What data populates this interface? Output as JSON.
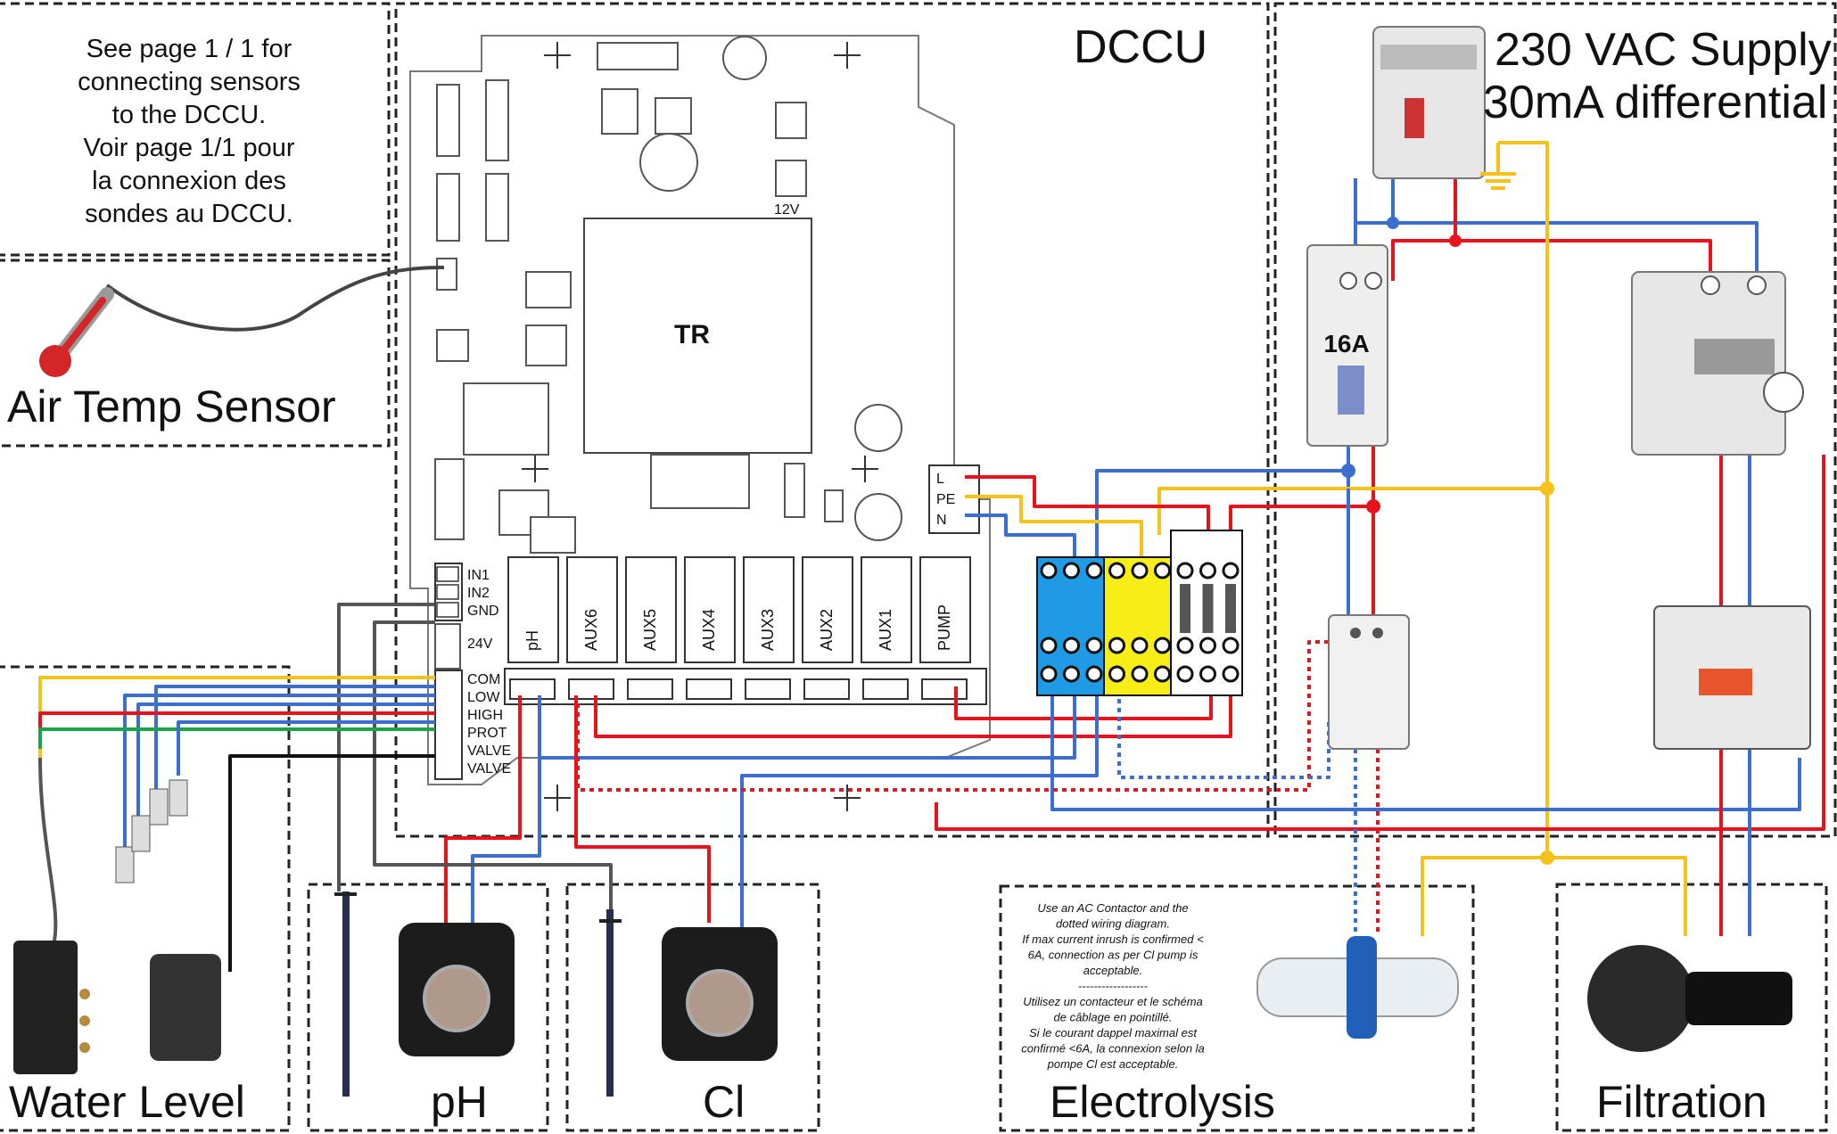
{
  "colors": {
    "live": "#e8121c",
    "neutral": "#3a6fd0",
    "earth": "#f6c21a",
    "green": "#1aa548",
    "black": "#111111",
    "grey": "#555555",
    "blue_block": "#1e9be4",
    "yellow_block": "#f7ee18"
  },
  "notes": {
    "sensor_note": [
      "See page 1 / 1 for",
      "connecting sensors",
      "to the DCCU.",
      "Voir page 1/1 pour",
      "la connexion des",
      "sondes au DCCU."
    ],
    "electrolysis_note": [
      "Use an AC Contactor and the",
      "dotted wiring diagram.",
      "If max current inrush is confirmed <",
      "6A, connection as per Cl pump is",
      "acceptable.",
      "------------------",
      "Utilisez un contacteur et le schéma",
      "de câblage en pointillé.",
      "Si le courant dappel maximal est",
      "confirmé <6A, la connexion selon la",
      "pompe Cl est acceptable."
    ]
  },
  "titles": {
    "dccu": "DCCU",
    "supply_line1": "230 VAC Supply",
    "supply_line2": "30mA differential",
    "air_temp": "Air Temp Sensor",
    "water_level": "Water Level",
    "ph": "pH",
    "cl": "Cl",
    "electrolysis": "Electrolysis",
    "filtration": "Filtration"
  },
  "board": {
    "tr_label": "TR",
    "v12_label": "12V",
    "v24_label": "24V",
    "in_labels": [
      "IN1",
      "IN2",
      "GND"
    ],
    "power_labels": [
      "L",
      "PE",
      "N"
    ],
    "sensor_labels": [
      "COM",
      "LOW",
      "HIGH",
      "PROT",
      "VALVE",
      "VALVE"
    ],
    "relays": [
      "pH",
      "AUX6",
      "AUX5",
      "AUX4",
      "AUX3",
      "AUX2",
      "AUX1",
      "PUMP"
    ]
  },
  "breaker_label": "16A"
}
